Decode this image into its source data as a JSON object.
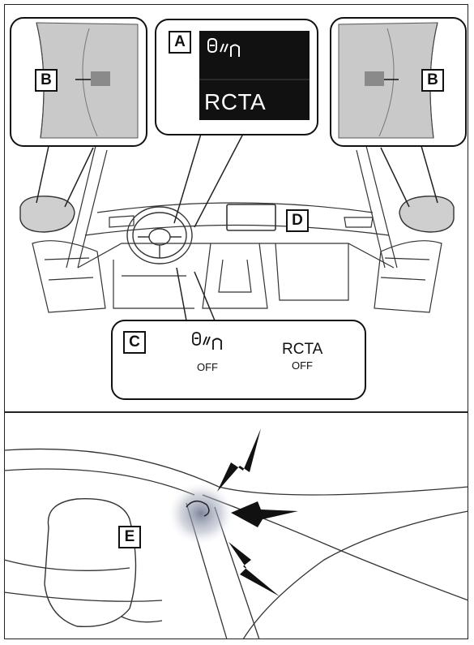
{
  "labels": {
    "a": "A",
    "b_left": "B",
    "b_right": "B",
    "c": "C",
    "d": "D",
    "e": "E"
  },
  "display_a": {
    "rcta_text": "RCTA",
    "icon": "bsm-car-icon"
  },
  "panel_c": {
    "bsm_off": "OFF",
    "rcta_label": "RCTA",
    "rcta_off": "OFF",
    "icon": "bsm-car-icon"
  },
  "colors": {
    "display_bg": "#111111",
    "line": "#222222",
    "mirror_gray": "#c9c9c9"
  }
}
